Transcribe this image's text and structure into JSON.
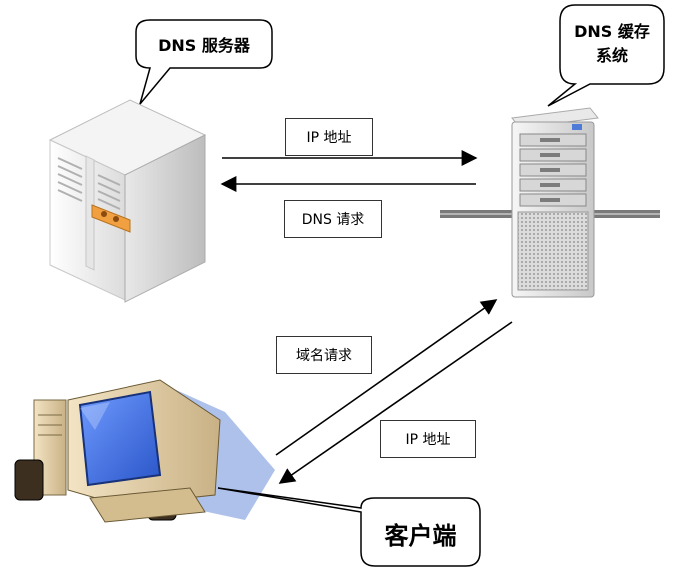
{
  "callouts": {
    "dns_server": "DNS 服务器",
    "dns_cache_line1": "DNS 缓存",
    "dns_cache_line2": "系统",
    "client": "客户端"
  },
  "edges": {
    "ip_address_top": "IP 地址",
    "dns_request": "DNS 请求",
    "domain_request": "域名请求",
    "ip_address_bottom": "IP 地址"
  },
  "colors": {
    "monitor_screen": "#3f6fe0",
    "server_panel": "#f0a040",
    "shadow_blue": "#9fb6e6"
  }
}
